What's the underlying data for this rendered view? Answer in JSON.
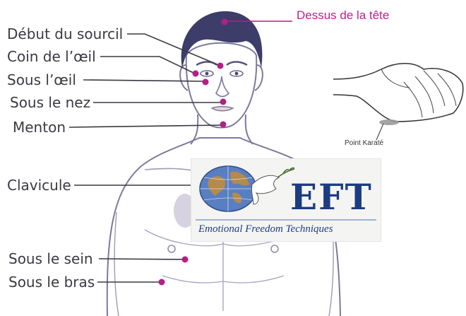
{
  "diagram": {
    "labels": {
      "top_of_head": "Dessus de la tête",
      "eyebrow": "Début du sourcil",
      "eye_corner": "Coin de l’œil",
      "under_eye": "Sous l’œil",
      "under_nose": "Sous le nez",
      "chin": "Menton",
      "collarbone": "Clavicule",
      "under_breast": "Sous le sein",
      "under_arm": "Sous le bras",
      "karate_point": "Point Karaté"
    },
    "logo": {
      "letters": "EFT",
      "subtitle": "Emotional Freedom Techniques"
    },
    "colors": {
      "point": "#b41f86",
      "label_text": "#3a3a44",
      "top_label": "#c0208a",
      "line_art": "#7d7a9a",
      "hair": "#3d3d6a",
      "logo_blue": "#1c3c82"
    }
  }
}
